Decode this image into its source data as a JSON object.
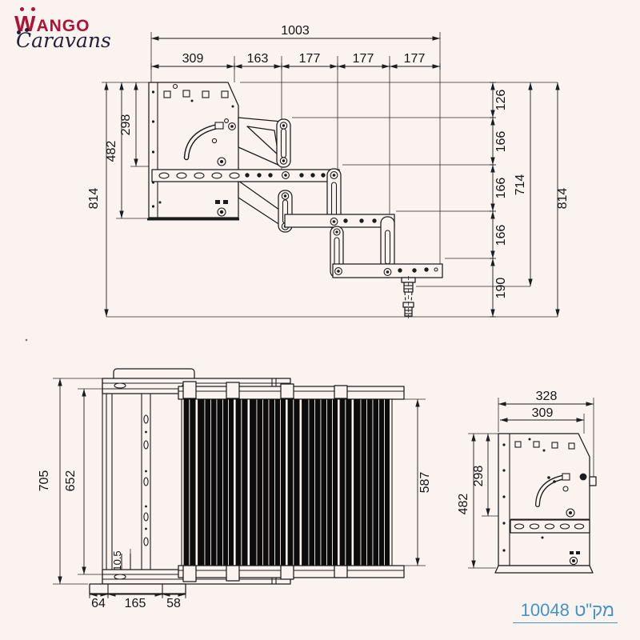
{
  "page": {
    "background": "#faf3f0",
    "line_color": "#1c1c1c"
  },
  "logo": {
    "brand_initial": "W",
    "brand_rest": "ANGO",
    "sub": "Caravans",
    "brand_color": "#b01236",
    "sub_color": "#231f36"
  },
  "catalog_link": {
    "text": "מק\"ט 10048",
    "color": "#4493c9"
  },
  "drawing": {
    "front_view": {
      "total_width": "1003",
      "top_segments": [
        "309",
        "163",
        "177",
        "177",
        "177"
      ],
      "left_outer_height": "814",
      "left_mid_height": "482",
      "left_inner_height": "298",
      "right_segments": [
        "126",
        "166",
        "166",
        "166",
        "190"
      ],
      "right_inner_total": "714",
      "right_outer_total": "814"
    },
    "top_view": {
      "left_outer": "705",
      "left_inner": "652",
      "tread_depth": "587",
      "bottom_segments": [
        "64",
        "165",
        "58"
      ],
      "rail_thickness": "10.5"
    },
    "side_view": {
      "top_outer": "328",
      "top_inner": "309",
      "left_outer": "482",
      "left_inner": "298"
    }
  }
}
